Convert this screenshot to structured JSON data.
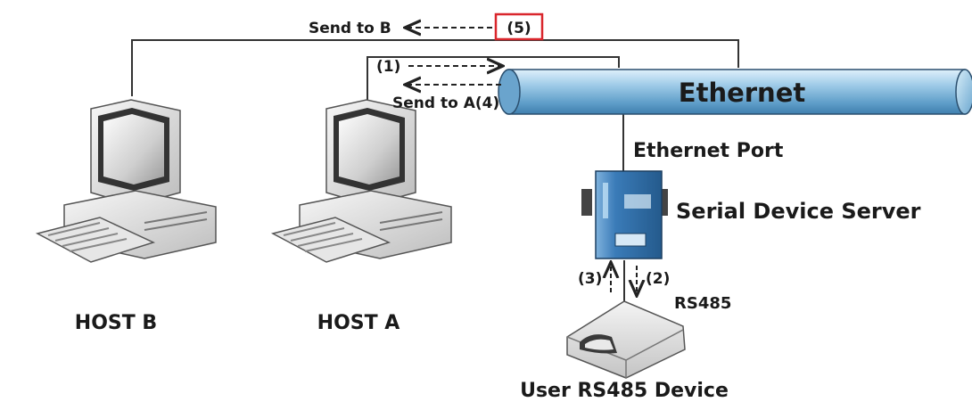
{
  "network": {
    "bus_label": "Ethernet",
    "port_label": "Ethernet Port",
    "server_label": "Serial Device Server",
    "rs485_label": "RS485"
  },
  "hosts": {
    "host_b": "HOST B",
    "host_a": "HOST A"
  },
  "device": {
    "label": "User RS485 Device"
  },
  "steps": {
    "step1": "(1)",
    "step2": "(2)",
    "step3": "(3)",
    "step4": "Send to A(4)",
    "step5": "(5)",
    "send_to_b": "Send to B"
  },
  "colors": {
    "bus": "#7fb6d9",
    "highlight_box": "#d9262c",
    "server_body": "#2f6fa8"
  }
}
